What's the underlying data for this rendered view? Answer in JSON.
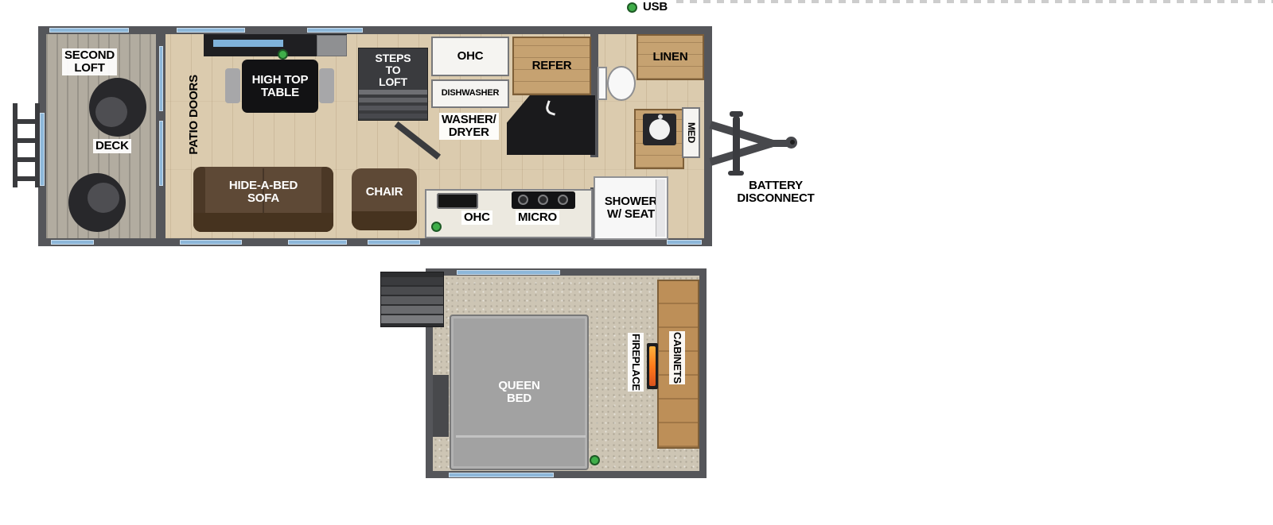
{
  "colors": {
    "usb_green": "#3fae49",
    "window_blue": "#8db7d9",
    "wall_gray": "#55565a",
    "wood_cabinet": "#c6a271",
    "floor_wood": "#dbcbae",
    "deck_gray": "#b2aca0",
    "carpet": "#cdc5b4"
  },
  "legend": {
    "usb": "USB"
  },
  "main_floor": {
    "second_loft": "SECOND\nLOFT",
    "deck": "DECK",
    "patio_doors": "PATIO DOORS",
    "high_top_table": "HIGH TOP\nTABLE",
    "steps_to_loft": "STEPS\nTO\nLOFT",
    "ohc_top": "OHC",
    "dishwasher": "DISHWASHER",
    "refer": "REFER",
    "washer_dryer": "WASHER/\nDRYER",
    "sofa": "HIDE-A-BED\nSOFA",
    "chair": "CHAIR",
    "ohc_bottom": "OHC",
    "micro": "MICRO"
  },
  "bathroom": {
    "linen": "LINEN",
    "med": "MED",
    "shower": "SHOWER\nW/ SEAT"
  },
  "exterior": {
    "battery_disconnect": "BATTERY\nDISCONNECT"
  },
  "loft": {
    "queen_bed": "QUEEN\nBED",
    "fireplace": "FIREPLACE",
    "cabinets": "CABINETS"
  }
}
